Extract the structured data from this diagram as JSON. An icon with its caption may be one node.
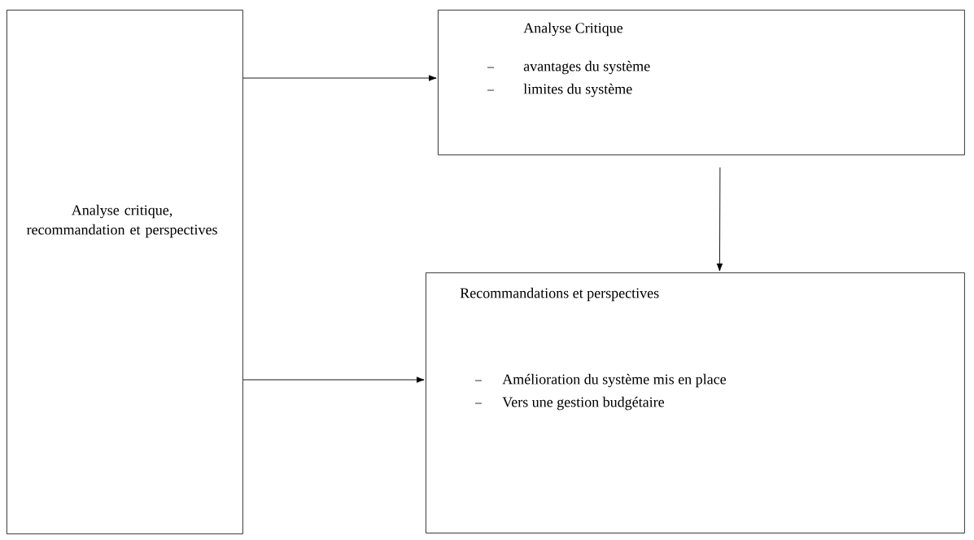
{
  "diagram": {
    "nodes": [
      {
        "text": [
          "Analyse critique, recommandation et perspectives"
        ]
      },
      {
        "text": [
          "Analyse Critique",
          "avantages du système",
          "limites du système"
        ]
      },
      {
        "text": [
          "Recommandations et perspectives",
          "Amélioration du système mis en place",
          "Vers une gestion budgétaire"
        ]
      }
    ],
    "edges": [
      {
        "from": 0,
        "to": 1,
        "arrow": "to"
      },
      {
        "from": 1,
        "to": 2,
        "arrow": "to"
      },
      {
        "from": 0,
        "to": 2,
        "arrow": "to"
      }
    ]
  }
}
